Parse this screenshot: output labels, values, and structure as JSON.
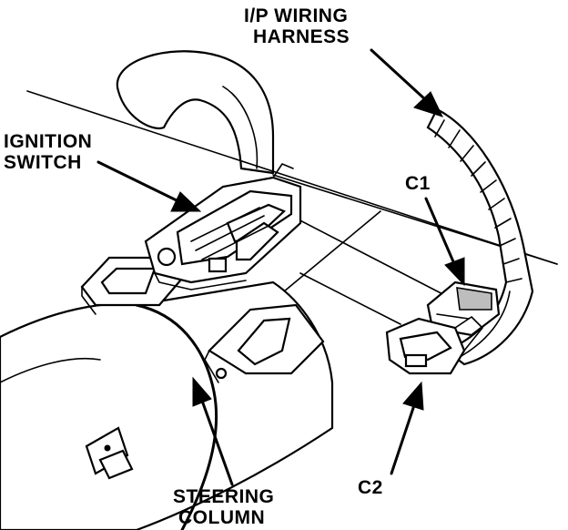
{
  "figure": {
    "labels": {
      "ip_wiring_harness": [
        "I/P WIRING",
        "HARNESS"
      ],
      "ignition_switch": [
        "IGNITION",
        "SWITCH"
      ],
      "c1": "C1",
      "c2": "C2",
      "steering_column": [
        "STEERING",
        "COLUMN"
      ]
    },
    "colors": {
      "ink": "#000000",
      "paper": "#ffffff",
      "shade": "#bdbdbd"
    }
  }
}
